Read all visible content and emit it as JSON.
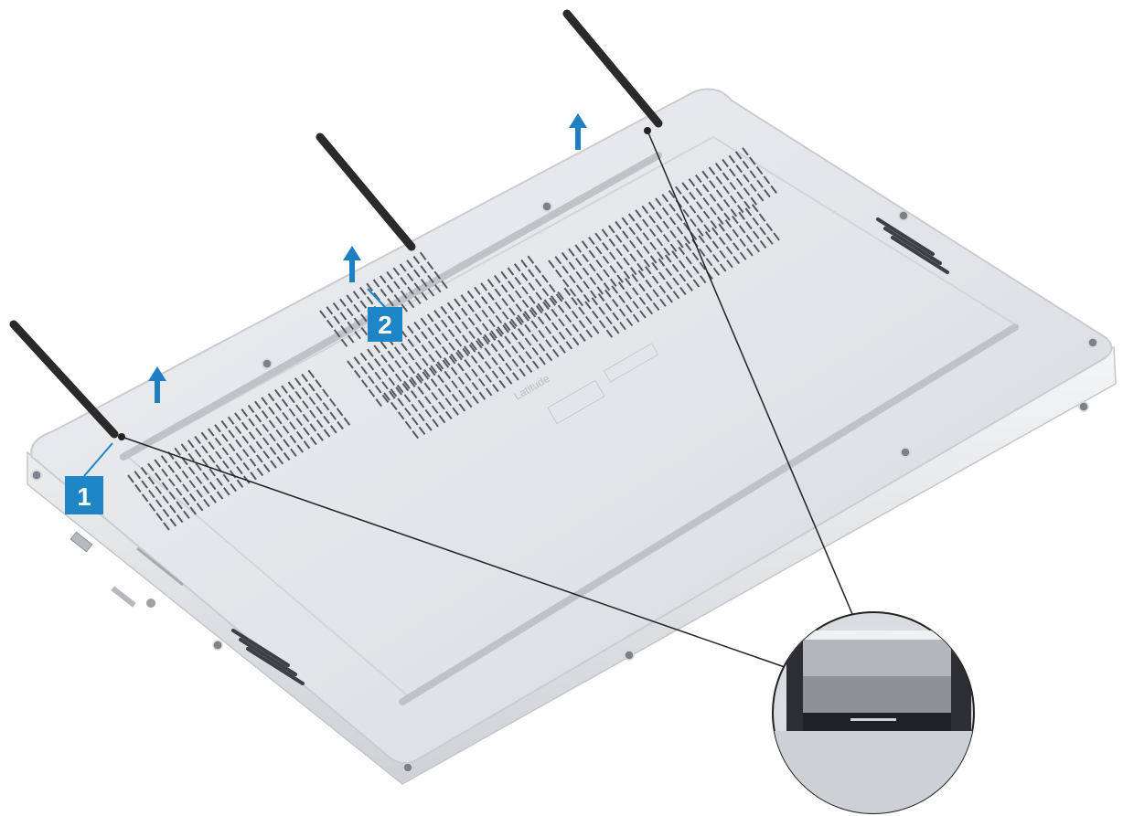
{
  "callouts": [
    {
      "label": "1"
    },
    {
      "label": "2"
    }
  ],
  "engraving": {
    "model_text": "Latitude"
  },
  "colors": {
    "callout_fill": "#1e86c6",
    "arrow": "#1f7fc1",
    "panel": "#e3e5e8",
    "panel_edge": "#cdd0d4",
    "vent": "#55595e",
    "scribe": "#2a2a2a"
  },
  "icons": [
    "scribe-tool-icon",
    "lift-arrow-icon",
    "zoom-magnifier"
  ]
}
